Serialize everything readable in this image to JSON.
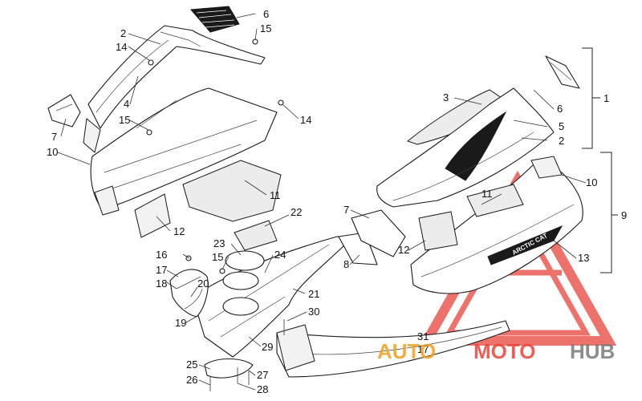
{
  "callouts": {
    "c1": "1",
    "c2a": "2",
    "c2b": "2",
    "c3": "3",
    "c4": "4",
    "c5": "5",
    "c6a": "6",
    "c6b": "6",
    "c7a": "7",
    "c7b": "7",
    "c8": "8",
    "c9": "9",
    "c10a": "10",
    "c10b": "10",
    "c11a": "11",
    "c11b": "11",
    "c12a": "12",
    "c12b": "12",
    "c13": "13",
    "c14a": "14",
    "c14b": "14",
    "c15a": "15",
    "c15b": "15",
    "c15c": "15",
    "c16": "16",
    "c17a": "17",
    "c17b": "17",
    "c18": "18",
    "c19": "19",
    "c20": "20",
    "c21": "21",
    "c22": "22",
    "c23": "23",
    "c24": "24",
    "c25": "25",
    "c26": "26",
    "c27": "27",
    "c28": "28",
    "c29": "29",
    "c30": "30",
    "c31": "31"
  },
  "decal_text": "ARCTIC CAT",
  "watermark": {
    "auto": "AUTO",
    "moto": "MOTO",
    "hub": "HUB"
  },
  "colors": {
    "watermark_red": "#e8443a",
    "watermark_orange": "#f0a020",
    "watermark_gray": "#7a7a7a",
    "line": "#1a1a1a"
  }
}
